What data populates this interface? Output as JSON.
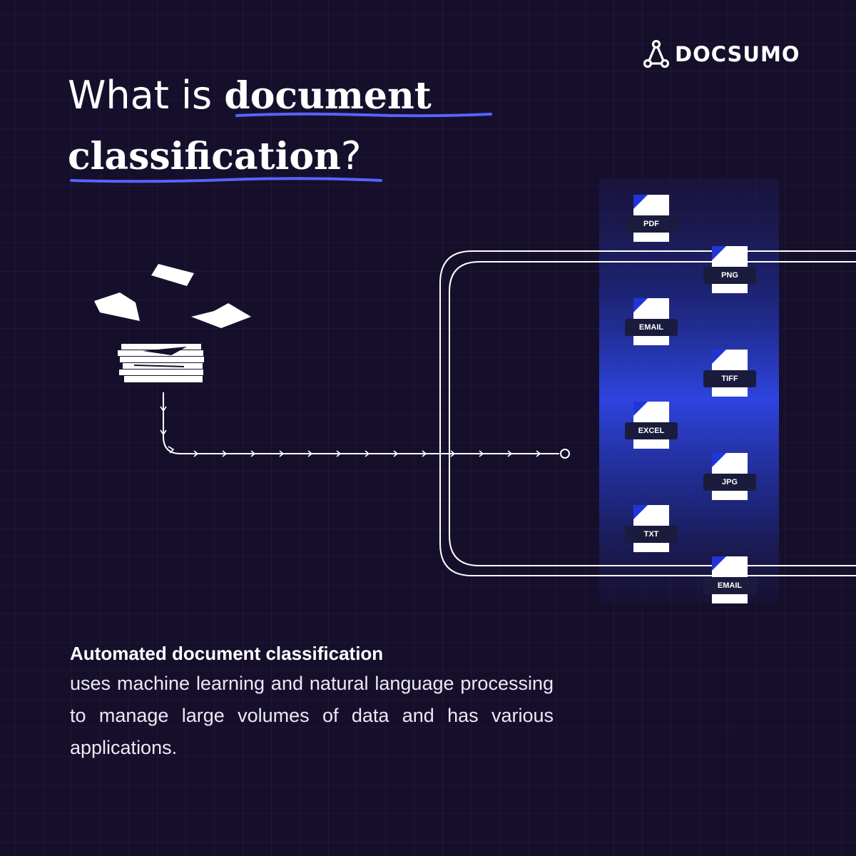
{
  "brand": {
    "name": "DOCSUMO",
    "logo_icon": "docsumo-a-icon"
  },
  "headline": {
    "plain": "What is ",
    "emphasis_1": "document",
    "emphasis_2": "classification",
    "end": "?"
  },
  "file_types": [
    {
      "label": "PDF"
    },
    {
      "label": "PNG"
    },
    {
      "label": "EMAIL"
    },
    {
      "label": "TIFF"
    },
    {
      "label": "EXCEL"
    },
    {
      "label": "JPG"
    },
    {
      "label": "TXT"
    },
    {
      "label": "EMAIL"
    }
  ],
  "description": {
    "title": "Automated document classification",
    "text": "uses machine learning and natural language processing to manage large volumes of data and has various applications."
  },
  "colors": {
    "background": "#160f2c",
    "accent_blue": "#2035d8",
    "underline": "#5664ff",
    "text": "#ffffff"
  }
}
